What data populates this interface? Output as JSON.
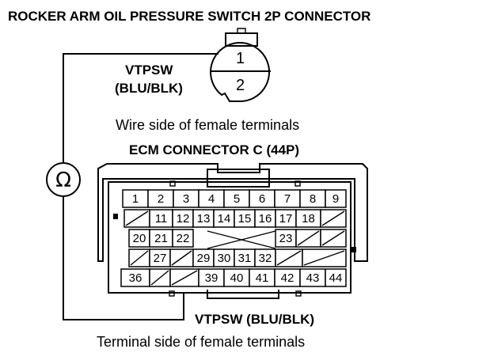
{
  "title": "ROCKER ARM OIL PRESSURE SWITCH 2P CONNECTOR",
  "switch_connector": {
    "pins": [
      "1",
      "2"
    ],
    "label_line1": "VTPSW",
    "label_line2": "(BLU/BLK)",
    "caption": "Wire side of female terminals"
  },
  "meter": {
    "symbol": "Ω"
  },
  "ecm_connector": {
    "title": "ECM CONNECTOR C (44P)",
    "rows": [
      [
        "1",
        "2",
        "3",
        "4",
        "5",
        "6",
        "7",
        "8",
        "9"
      ],
      [
        "",
        "11",
        "12",
        "13",
        "14",
        "15",
        "16",
        "17",
        "18",
        ""
      ],
      [
        "20",
        "21",
        "22",
        "",
        "",
        "",
        "",
        "23",
        "",
        ""
      ],
      [
        "",
        "27",
        "",
        "29",
        "30",
        "31",
        "32",
        "",
        ""
      ],
      [
        "36",
        "",
        "",
        "39",
        "40",
        "41",
        "42",
        "43",
        "44"
      ]
    ],
    "wire_label": "VTPSW (BLU/BLK)",
    "caption": "Terminal side of female terminals"
  }
}
